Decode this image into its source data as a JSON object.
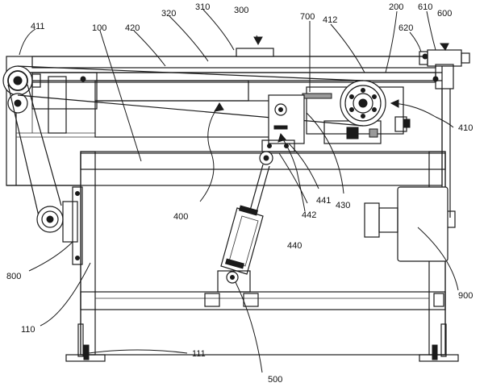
{
  "labels": {
    "l411": "411",
    "l100": "100",
    "l420": "420",
    "l320": "320",
    "l310": "310",
    "l300": "300",
    "l700": "700",
    "l412": "412",
    "l200": "200",
    "l620": "620",
    "l610": "610",
    "l600": "600",
    "l410": "410",
    "l400": "400",
    "l441": "441",
    "l442": "442",
    "l430": "430",
    "l440": "440",
    "l800": "800",
    "l900": "900",
    "l110": "110",
    "l111": "111",
    "l500": "500"
  }
}
